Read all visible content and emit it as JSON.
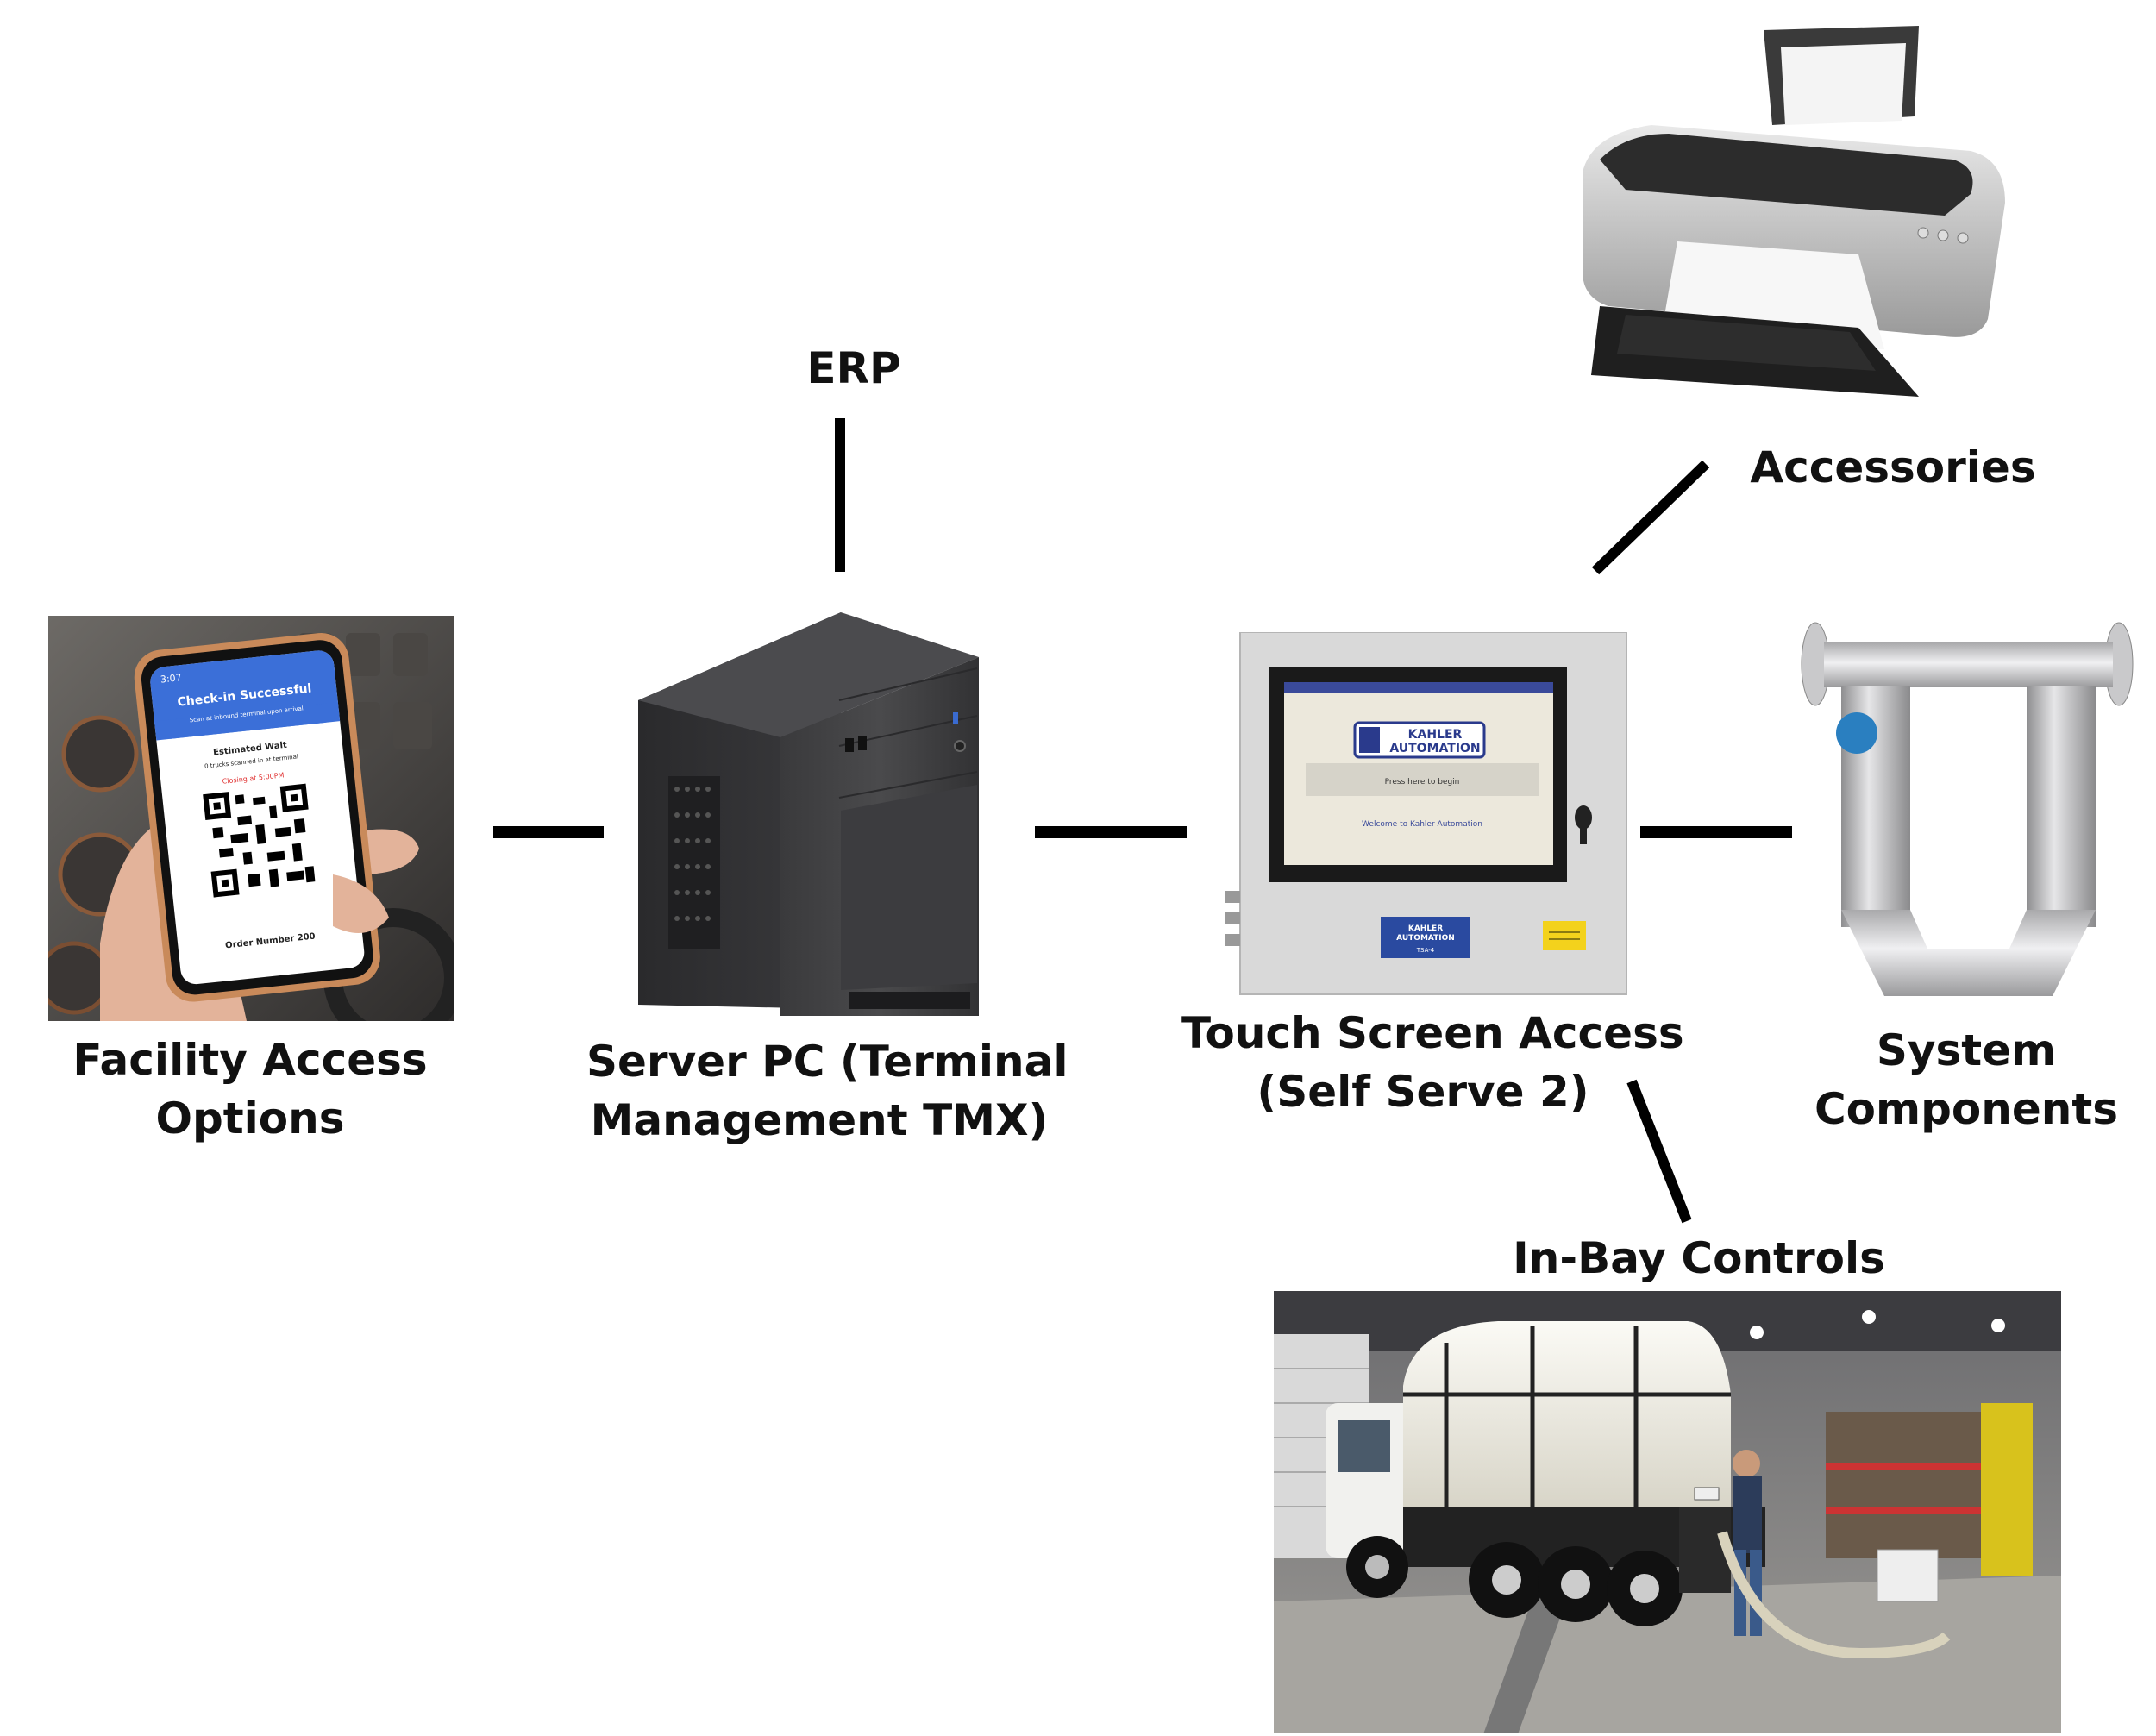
{
  "nodes": {
    "erp": {
      "label": "ERP"
    },
    "accessories": {
      "label": "Accessories"
    },
    "facility_access": {
      "line1": "Facility Access",
      "line2": "Options"
    },
    "server_pc": {
      "line1": "Server PC (Terminal",
      "line2": "Management TMX)"
    },
    "touch_screen": {
      "line1": "Touch Screen Access",
      "line2": "(Self Serve 2)"
    },
    "system_components": {
      "line1": "System",
      "line2": "Components"
    },
    "in_bay_controls": {
      "label": "In-Bay Controls"
    }
  },
  "phone_screen": {
    "time": "3:07",
    "header_title": "Check-in Successful",
    "header_sub": "Scan at inbound terminal upon arrival",
    "wait_title": "Estimated Wait",
    "wait_detail": "0 trucks scanned in at terminal",
    "closing": "Closing at 5:00PM",
    "order": "Order Number 200"
  },
  "kiosk_screen": {
    "logo_line1": "KAHLER",
    "logo_line2": "AUTOMATION",
    "prompt": "Press here to begin",
    "welcome": "Welcome to Kahler Automation",
    "badge_line1": "KAHLER",
    "badge_line2": "AUTOMATION",
    "badge_model": "TSA-4"
  },
  "colors": {
    "line": "#000000",
    "text": "#111111",
    "phone_header": "#3b6fd8",
    "closing_text": "#e03030",
    "kiosk_logo": "#2a3a8c",
    "warning_label": "#f3d21c"
  }
}
